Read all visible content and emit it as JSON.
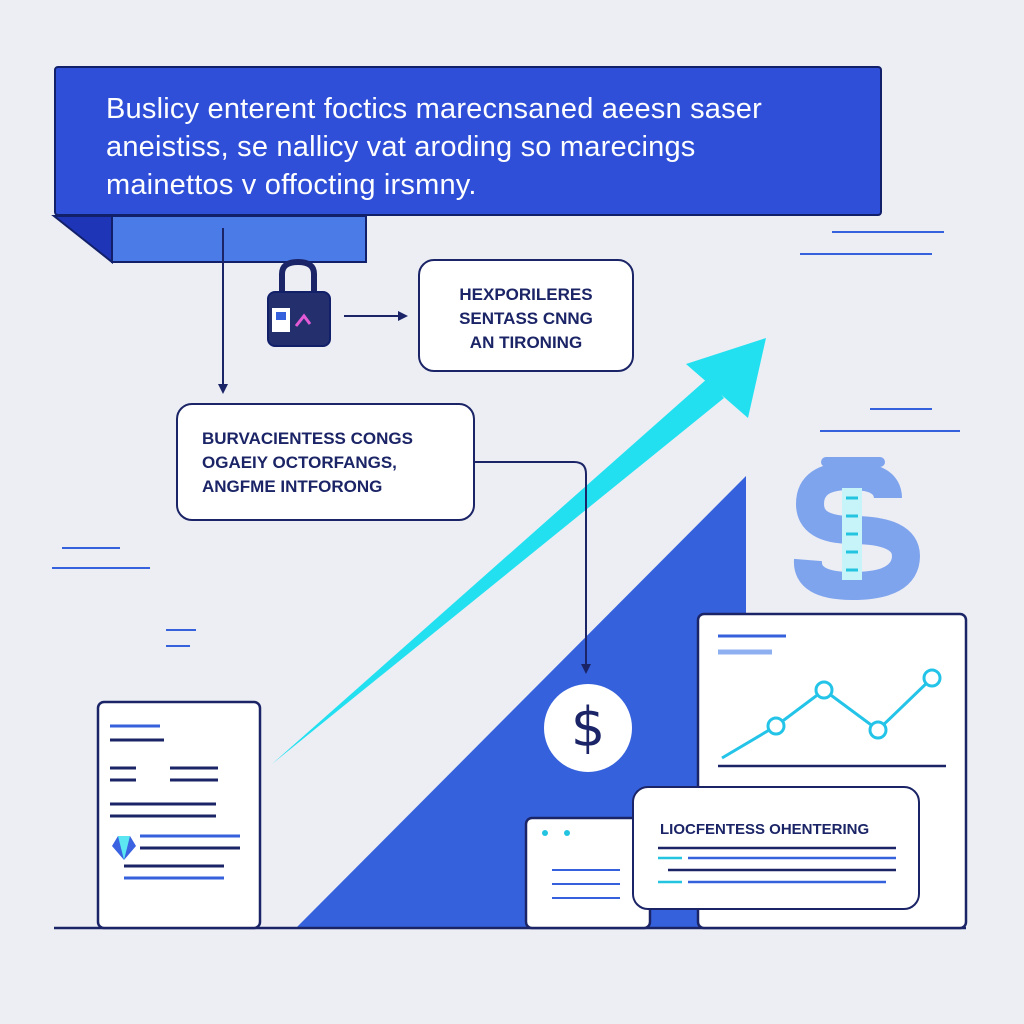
{
  "banner": {
    "lines": [
      "Buslicy enterent foctics marecnsaned aeesn saser",
      "aneistiss, se nallicy vat aroding so marecings",
      "mainettos v offocting irsmny."
    ]
  },
  "card_top": {
    "lines": [
      "HEXPORILERES",
      "SENTASS CNNG",
      "AN TIRONING"
    ]
  },
  "card_mid": {
    "lines": [
      "BURVACIENTESS CONGS",
      "OGAEIY OCTORFANGS,",
      "ANGFME INTFORONG"
    ]
  },
  "card_bottom": {
    "title": "LIOCFENTESS OHENTERING"
  },
  "dollar_badge": {
    "symbol": "$"
  },
  "colors": {
    "background": "#eceef4",
    "banner_blue": "#2f4fd8",
    "navy": "#1b2466",
    "triangle_blue": "#3562dc",
    "arrow_cyan": "#23e0f0"
  },
  "icons": [
    "lock-icon",
    "dollar-coin-icon",
    "stacked-dollar-icon",
    "trend-arrow-icon",
    "line-chart-icon",
    "gem-icon"
  ]
}
